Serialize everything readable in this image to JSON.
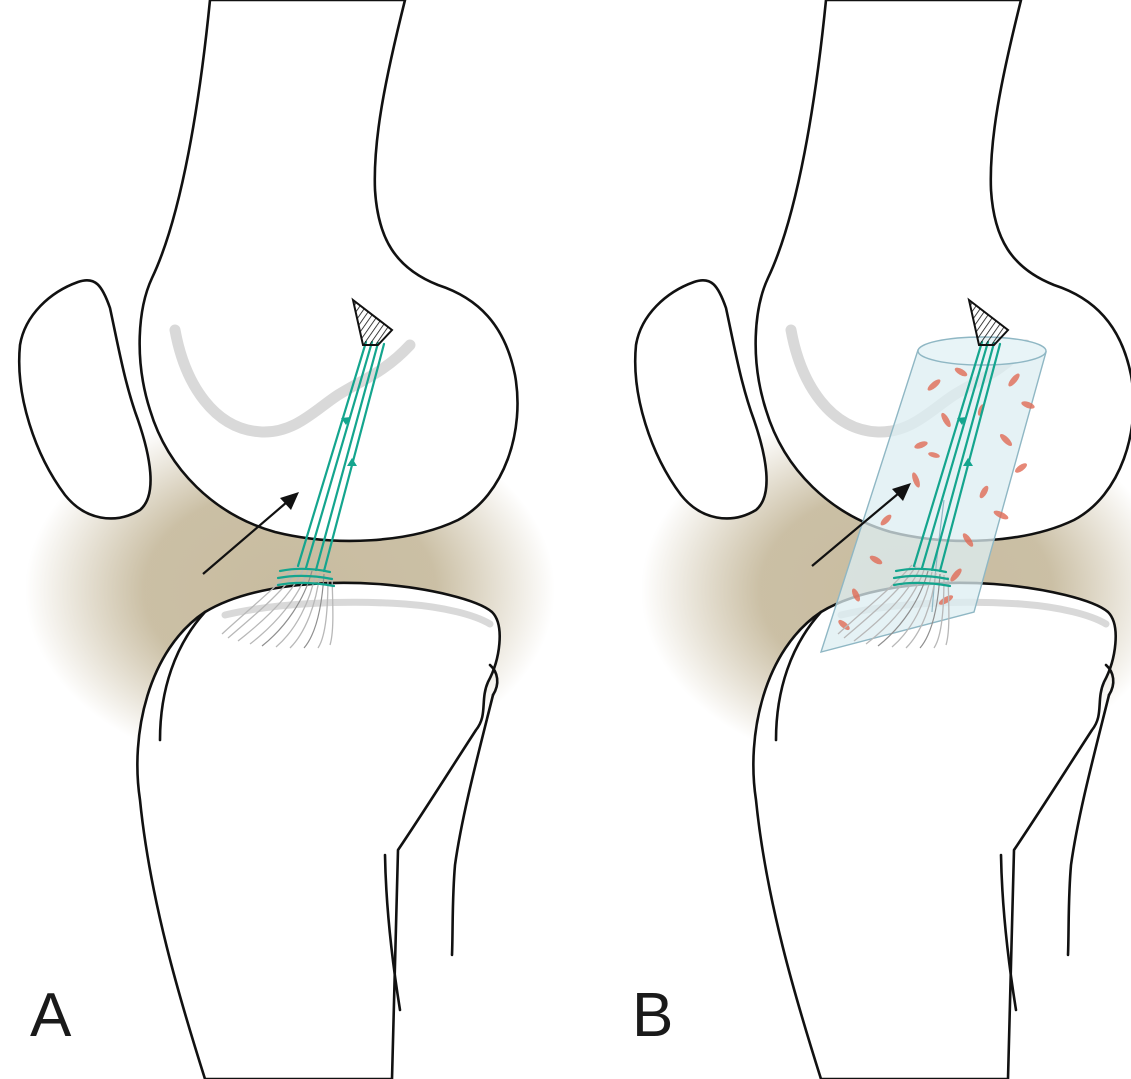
{
  "figure": {
    "panels": [
      {
        "label": "A",
        "content": "suture-anchor-repair"
      },
      {
        "label": "B",
        "content": "suture-anchor-repair-with-cell-scaffold"
      }
    ]
  },
  "colors": {
    "synovium": "#c8bca0",
    "suture": "#14a58e",
    "bone_outline": "#111111",
    "ligament_fibers": "#b8b8b8",
    "scaffold_fill": "#dceef2",
    "scaffold_cells": "#e06a55"
  },
  "icons": [
    "screw-anchor-icon",
    "arrow-icon"
  ]
}
